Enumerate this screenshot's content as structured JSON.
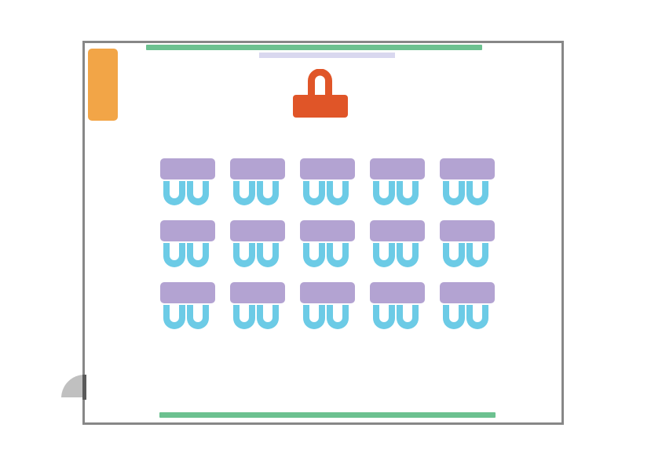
{
  "title": "",
  "colors": {
    "wall": "#878787",
    "whiteboard": "#6cc190",
    "projector_screen": "#d9d8ef",
    "cabinet": "#f2a547",
    "teacher_desk": "#e05528",
    "student_desk": "#b3a3d2",
    "student_chair": "#6ccbe6",
    "door": "#c0c0c0"
  },
  "icons": {
    "door": "door-swing-icon",
    "student_chair": "chair-icon",
    "teacher_chair": "chair-icon"
  },
  "layout": {
    "desk_rows": 3,
    "desk_columns": 5,
    "chairs_per_desk": 2
  }
}
